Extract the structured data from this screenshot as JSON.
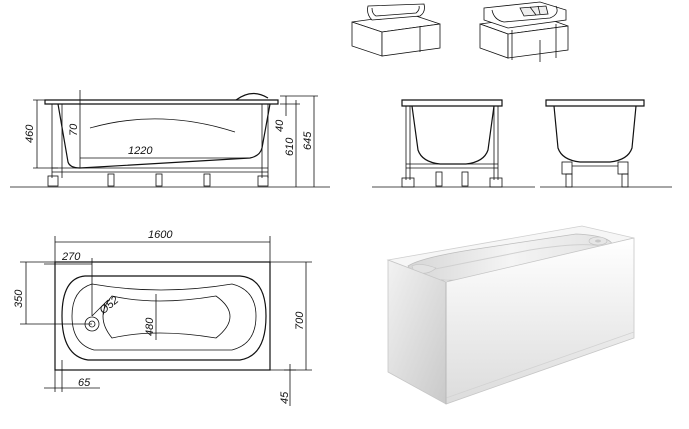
{
  "drawing": {
    "side_view": {
      "height_rim": "460",
      "depth_inner": "70",
      "inner_length": "1220",
      "rim_step": "40",
      "height_610": "610",
      "height_645": "645"
    },
    "top_view": {
      "length": "1600",
      "drain_offset": "270",
      "drain_from_edge": "350",
      "drain_diameter": "Ø52",
      "inner_width": "480",
      "width": "700",
      "end_margin": "65",
      "side_margin": "45"
    }
  }
}
